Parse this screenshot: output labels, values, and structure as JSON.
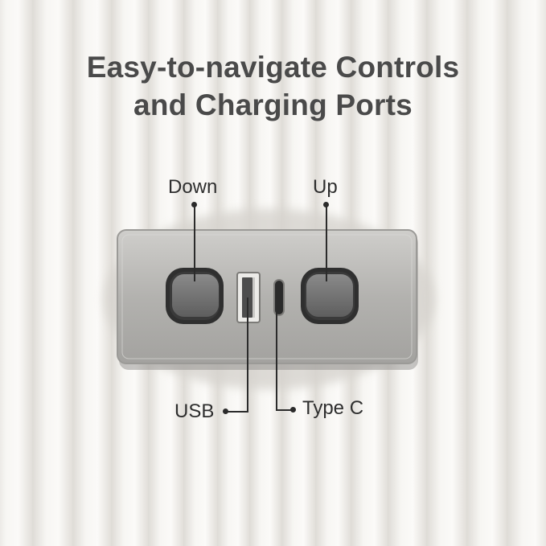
{
  "heading": {
    "line1": "Easy-to-navigate Controls",
    "line2": "and Charging Ports"
  },
  "callouts": {
    "down": "Down",
    "up": "Up",
    "usb": "USB",
    "type_c": "Type C"
  },
  "colors": {
    "fabric": "#f3f1ee",
    "panel": "#b7b6b3",
    "button": "#6e6e6e",
    "text": "#4a4a4a"
  }
}
